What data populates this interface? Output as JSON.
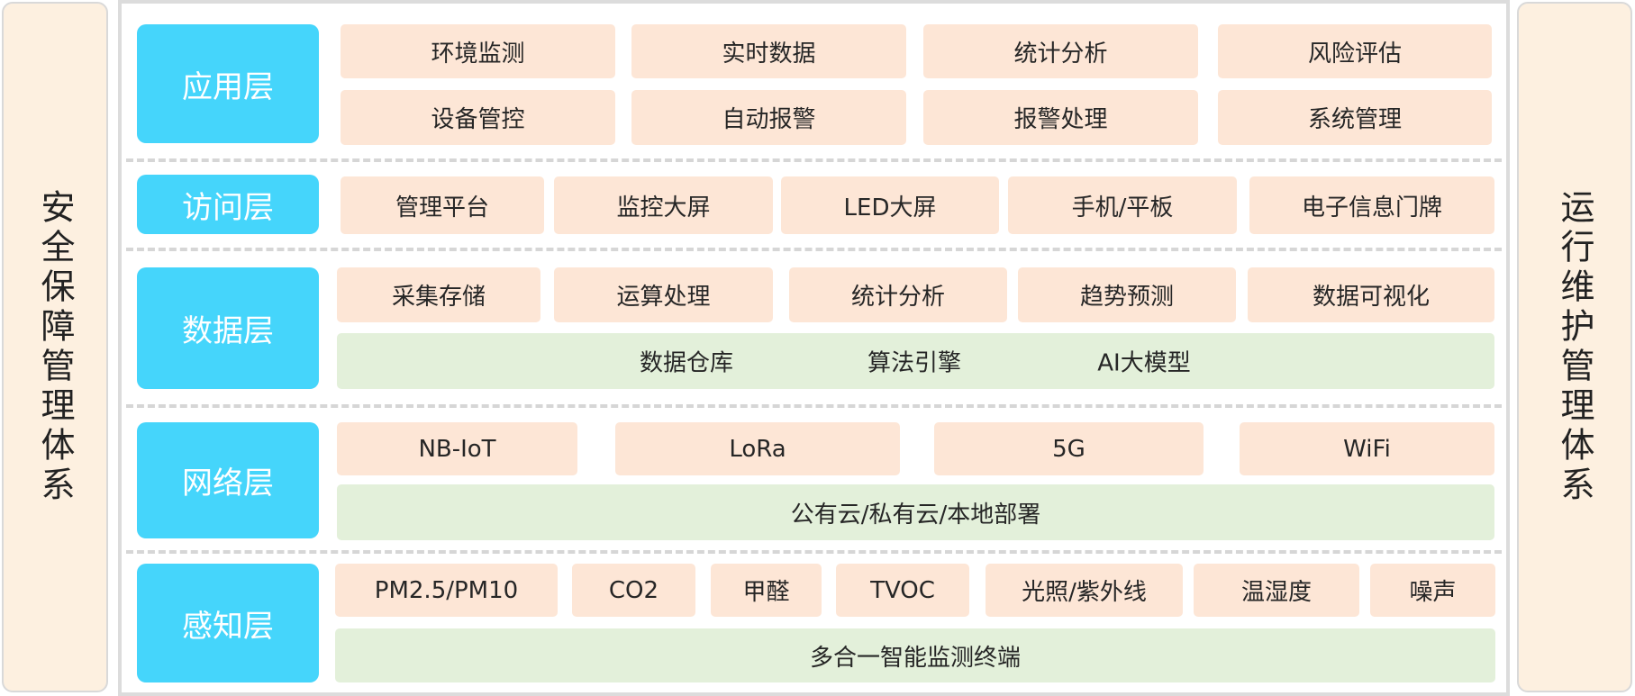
{
  "left_panel": {
    "title": "安全保障管理体系"
  },
  "right_panel": {
    "title": "运行维护管理体系"
  },
  "colors": {
    "layer_label": "#45d5fb",
    "item_peach": "#fde6d6",
    "item_green": "#e3f0da",
    "side_panel": "#fdf0e0",
    "separator": "#d6d6d6"
  },
  "layers": {
    "application": {
      "label": "应用层",
      "items": [
        "环境监测",
        "实时数据",
        "统计分析",
        "风险评估",
        "设备管控",
        "自动报警",
        "报警处理",
        "系统管理"
      ]
    },
    "access": {
      "label": "访问层",
      "items": [
        "管理平台",
        "监控大屏",
        "LED大屏",
        "手机/平板",
        "电子信息门牌"
      ]
    },
    "data": {
      "label": "数据层",
      "items": [
        "采集存储",
        "运算处理",
        "统计分析",
        "趋势预测",
        "数据可视化"
      ],
      "base": [
        "数据仓库",
        "算法引擎",
        "AI大模型"
      ]
    },
    "network": {
      "label": "网络层",
      "items": [
        "NB-IoT",
        "LoRa",
        "5G",
        "WiFi"
      ],
      "base": "公有云/私有云/本地部署"
    },
    "perception": {
      "label": "感知层",
      "items": [
        "PM2.5/PM10",
        "CO2",
        "甲醛",
        "TVOC",
        "光照/紫外线",
        "温湿度",
        "噪声"
      ],
      "base": "多合一智能监测终端"
    }
  }
}
